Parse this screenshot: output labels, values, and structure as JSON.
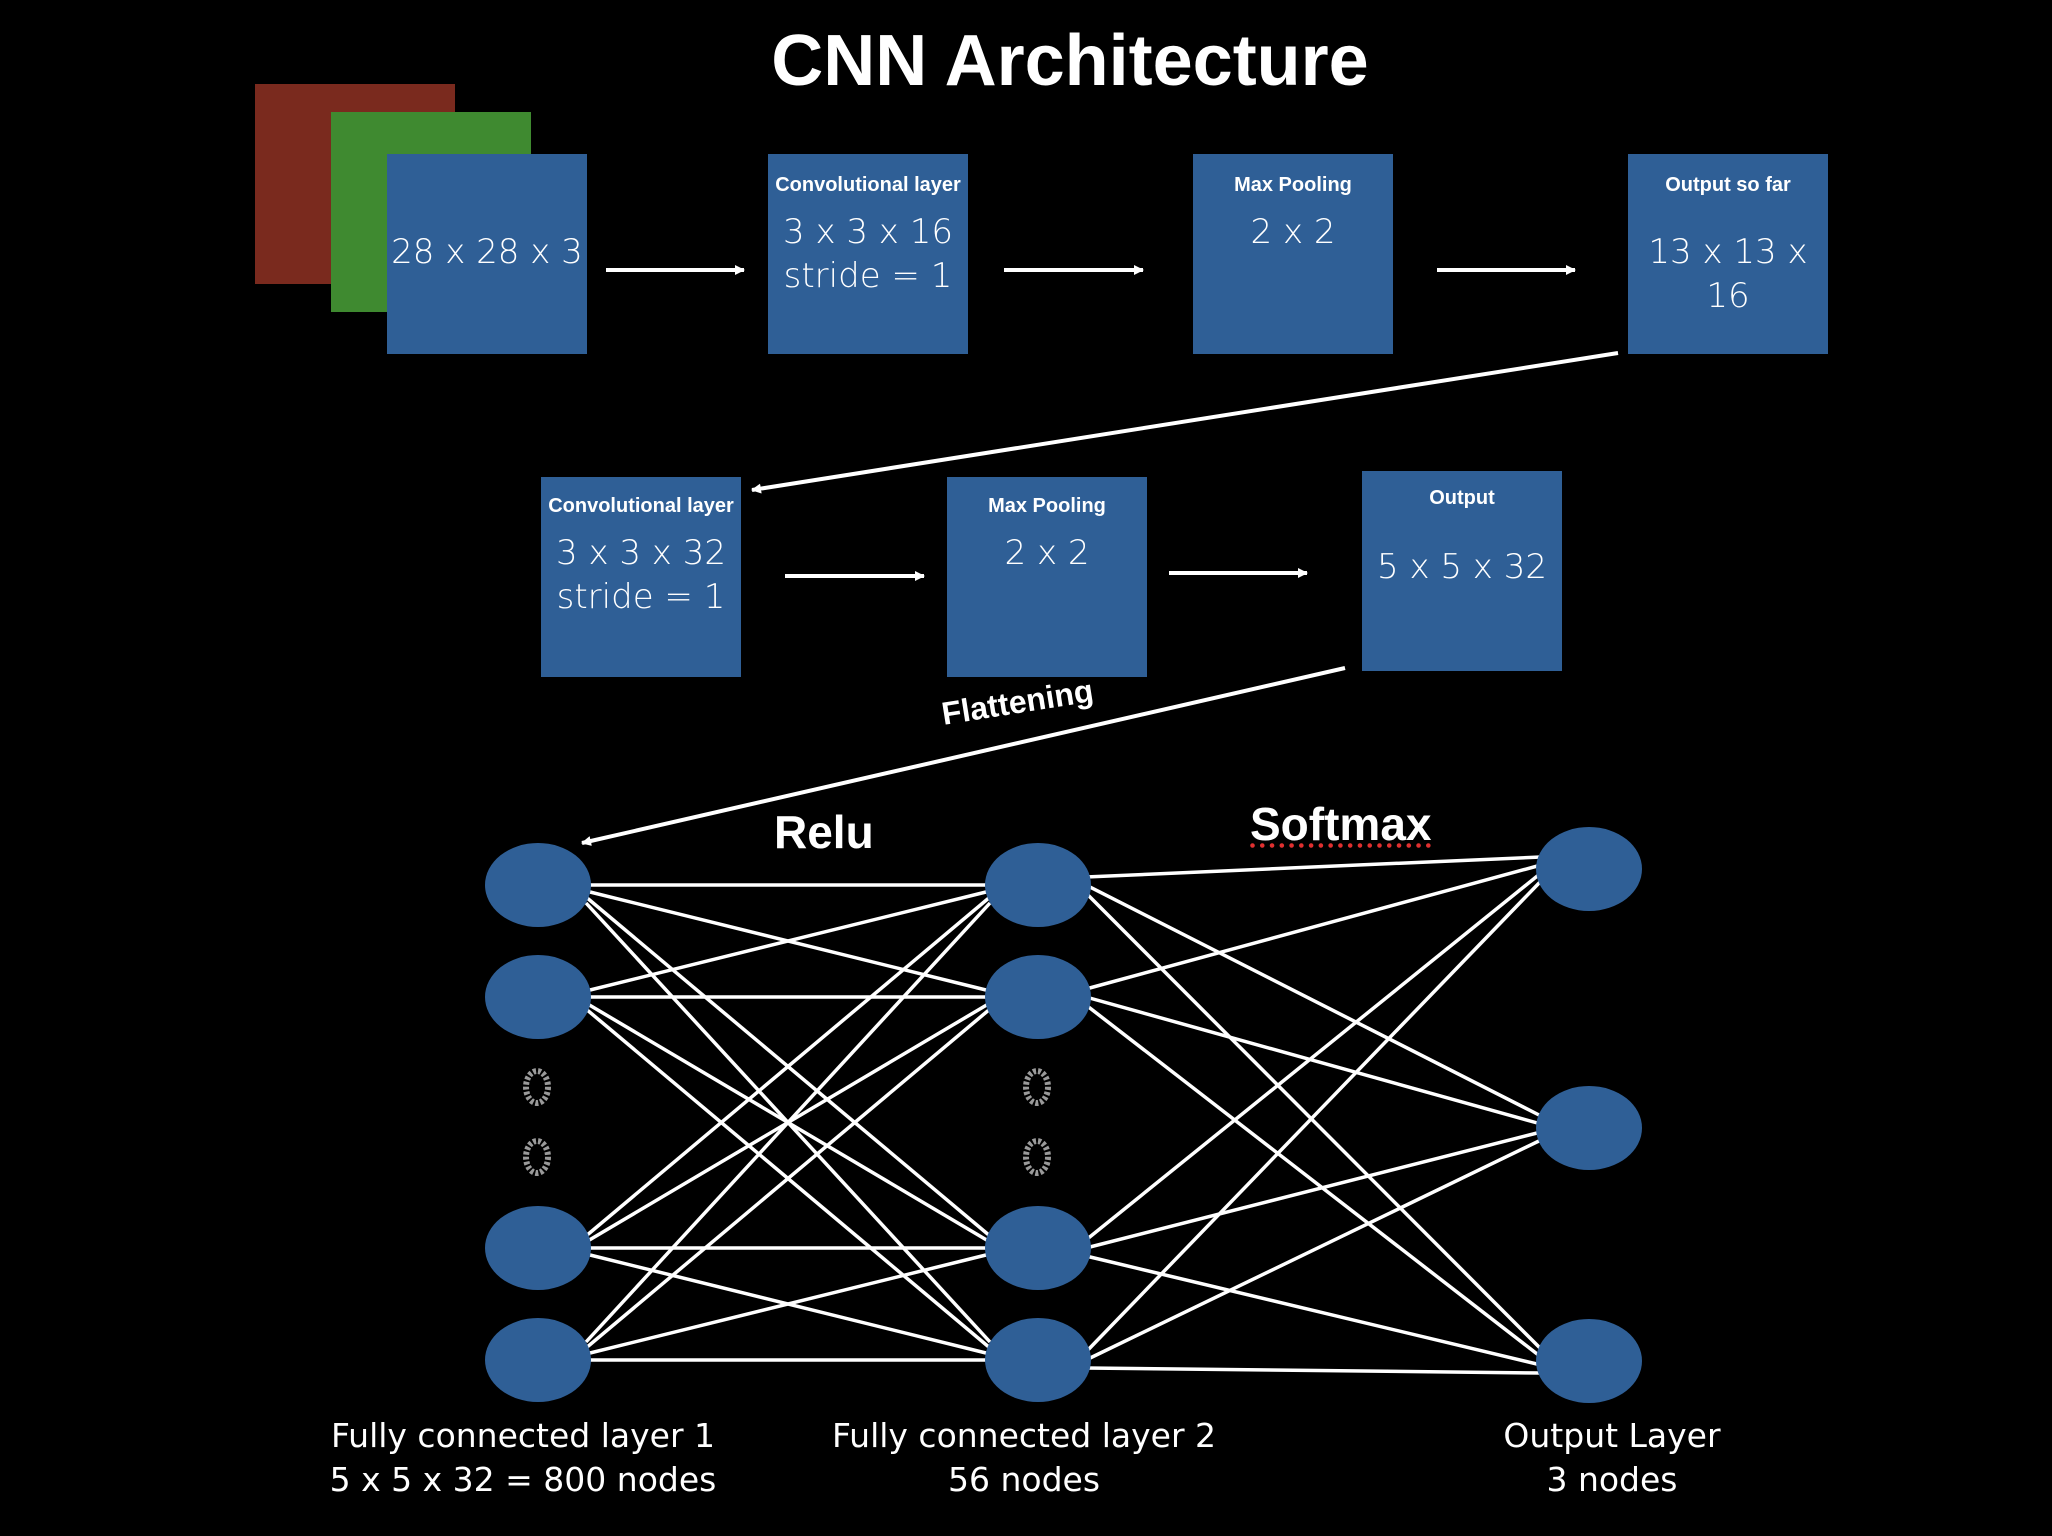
{
  "title": "CNN Architecture",
  "input": {
    "dims": "28 x 28 x 3",
    "channel_colors": [
      "#7a2a1e",
      "#3f8a30",
      "#2f5f96"
    ]
  },
  "row1": {
    "conv": {
      "label": "Convolutional layer",
      "line1": "3 x 3 x 16",
      "line2": "stride = 1"
    },
    "pool": {
      "label": "Max Pooling",
      "size": "2 x 2"
    },
    "out": {
      "label": "Output so far",
      "dims": "13 x 13 x 16"
    }
  },
  "row2": {
    "conv": {
      "label": "Convolutional layer",
      "line1": "3 x 3 x 32",
      "line2": "stride = 1"
    },
    "pool": {
      "label": "Max Pooling",
      "size": "2 x 2"
    },
    "out": {
      "label": "Output",
      "dims": "5 x 5 x 32"
    }
  },
  "flatten_label": "Flattening",
  "relu_label": "Relu",
  "softmax_label": "Softmax",
  "fc1": {
    "line1": "Fully connected layer 1",
    "line2": "5 x 5 x 32 = 800 nodes"
  },
  "fc2": {
    "line1": "Fully connected layer 2",
    "line2": "56 nodes"
  },
  "output_layer": {
    "line1": "Output Layer",
    "line2": "3 nodes"
  },
  "colors": {
    "box": "#2f5f96",
    "background": "#000000",
    "line": "#ffffff",
    "ellipsis": "#9a9a9a"
  }
}
